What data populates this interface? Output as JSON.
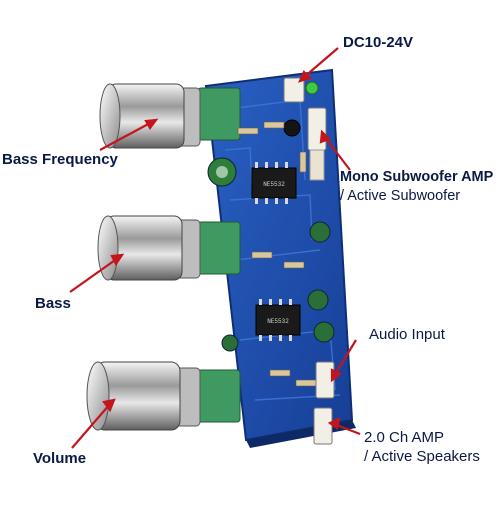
{
  "labels": {
    "power": "DC10-24V",
    "bass_frequency": "Bass Frequency",
    "bass": "Bass",
    "volume": "Volume",
    "mono_line1": "Mono Subwoofer AMP",
    "mono_line2": "/  Active Subwoofer",
    "audio_input": "Audio Input",
    "amp_line1": "2.0 Ch AMP",
    "amp_line2": "/  Active Speakers"
  },
  "board_silkscreen": {
    "chip1": "NE5532",
    "chip2": "NE5532"
  },
  "colors": {
    "pcb": "#1d4fb3",
    "arrow": "#c4151c",
    "label": "#0b1a44",
    "pot": "#3f9a62"
  }
}
